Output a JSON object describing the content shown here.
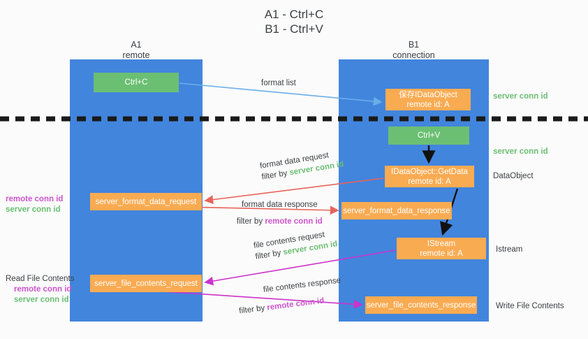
{
  "title": {
    "line1": "A1 - Ctrl+C",
    "line2": "B1 - Ctrl+V"
  },
  "lanes": [
    {
      "name": "A1",
      "sub": "remote"
    },
    {
      "name": "B1",
      "sub": "connection"
    }
  ],
  "boxes": {
    "ctrl_c": {
      "label": "Ctrl+C",
      "color": "#6bbf73"
    },
    "idataobject": {
      "line1": "保存IDataObject",
      "line2": "remote id: A",
      "color": "#f9ab52"
    },
    "ctrl_v": {
      "label": "Ctrl+V",
      "color": "#6bbf73"
    },
    "getdata": {
      "line1": "IDataObject::GetData",
      "line2": "remote id: A",
      "color": "#f9ab52"
    },
    "server_format_data_request": {
      "label": "server_format_data_request",
      "color": "#f9ab52"
    },
    "server_format_data_response": {
      "label": "server_format_data_response",
      "color": "#f9ab52"
    },
    "istream": {
      "line1": "IStream",
      "line2": "remote id: A",
      "color": "#f9ab52"
    },
    "server_file_contents_request": {
      "label": "server_file_contents_request",
      "color": "#f9ab52"
    },
    "server_file_contents_response": {
      "label": "server_file_contents_response",
      "color": "#f9ab52"
    }
  },
  "edges": {
    "format_list": {
      "label": "format list"
    },
    "format_data_request": {
      "label": "format data request",
      "filter_prefix": "filter by ",
      "filter_value": "server conn id"
    },
    "format_data_response": {
      "label": "format data response",
      "filter_prefix": "filter by ",
      "filter_value": "remote conn id"
    },
    "file_contents_request": {
      "label": "file contents request",
      "filter_prefix": "filter by ",
      "filter_value": "server conn id"
    },
    "file_contents_response": {
      "label": "file contents response",
      "filter_prefix": "filter by ",
      "filter_value": "remote conn id"
    }
  },
  "annotations": {
    "server_conn_id_top": "server conn id",
    "server_conn_id_mid": "server conn id",
    "dataobject": "DataObject",
    "istream": "Istream",
    "write_file_contents": "Write File Contents",
    "read_file_contents": "Read File Contents",
    "remote_conn_id_left_1": "remote conn id",
    "server_conn_id_left_1": "server conn id",
    "remote_conn_id_left_2": "remote conn id",
    "server_conn_id_left_2": "server conn id"
  },
  "colors": {
    "lane": "#4285dd",
    "green": "#6bbf73",
    "orange": "#f9ab52",
    "green_text": "#6bbf73",
    "magenta_text": "#cc55cc",
    "red_arrow": "#e8645a",
    "magenta_arrow": "#cc33cc",
    "blue_arrow": "#6aaee8",
    "dark_arrow": "#1a1a1a"
  }
}
